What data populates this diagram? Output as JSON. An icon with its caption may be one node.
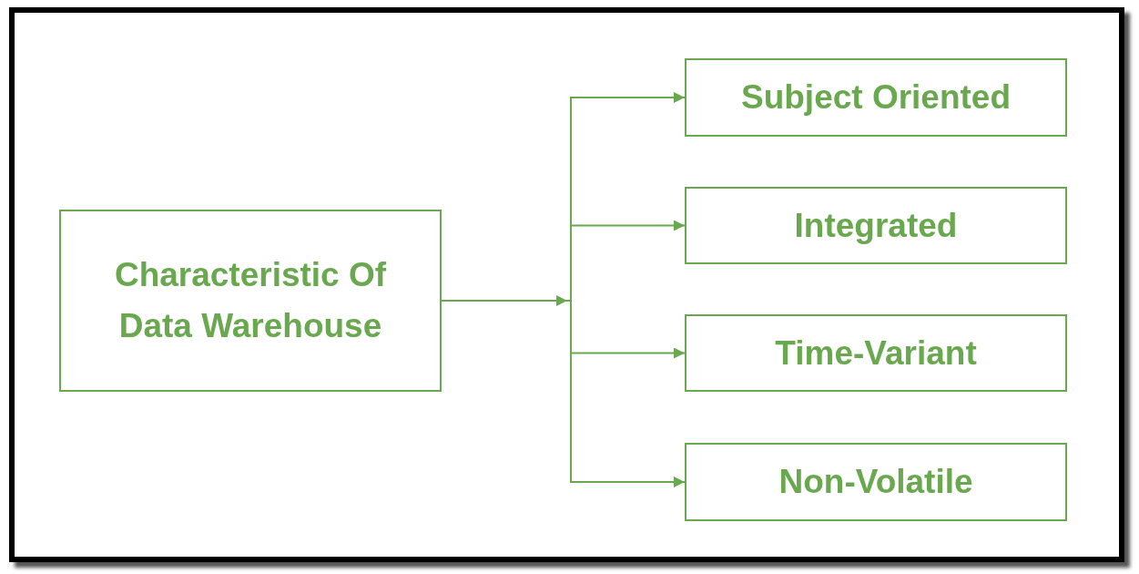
{
  "diagram": {
    "nodes": [
      {
        "text": [
          "Characteristic Of Data Warehouse"
        ]
      },
      {
        "text": [
          "Subject Oriented"
        ]
      },
      {
        "text": [
          "Integrated"
        ]
      },
      {
        "text": [
          "Time-Variant"
        ]
      },
      {
        "text": [
          "Non-Volatile"
        ]
      }
    ],
    "edges": [
      {
        "from": 0,
        "to": 1,
        "arrow": "to"
      },
      {
        "from": 0,
        "to": 2,
        "arrow": "to"
      },
      {
        "from": 0,
        "to": 3,
        "arrow": "to"
      },
      {
        "from": 0,
        "to": 4,
        "arrow": "to"
      }
    ]
  }
}
